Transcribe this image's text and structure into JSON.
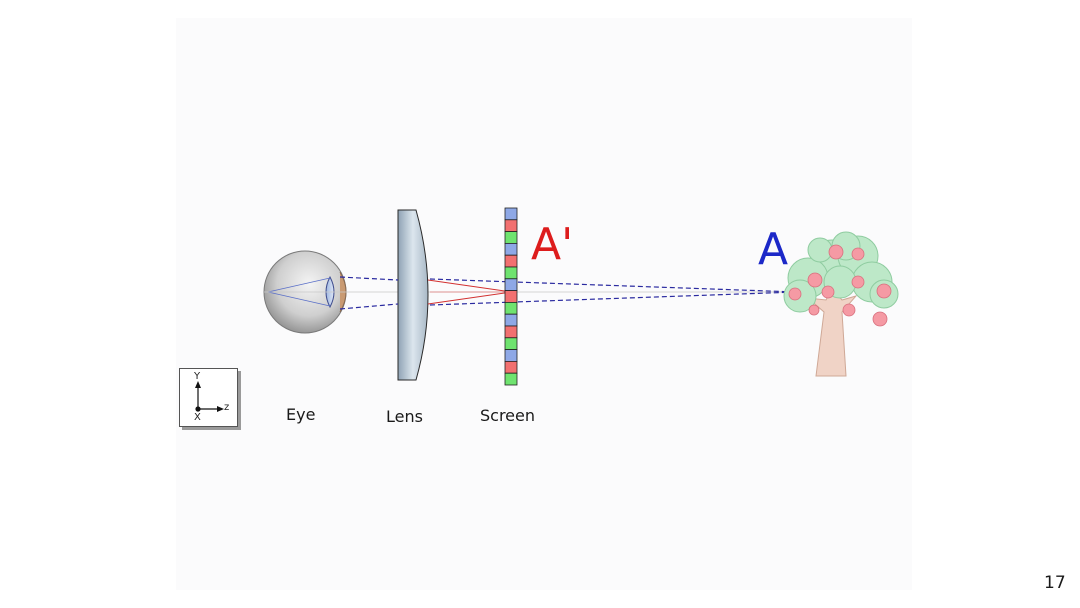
{
  "labels": {
    "eye": "Eye",
    "lens": "Lens",
    "screen": "Screen",
    "virtual_image": "A'",
    "object": "A"
  },
  "axes": {
    "y": "Y",
    "z": "z",
    "x": "X"
  },
  "page_number": "17",
  "colors": {
    "virtual_image": "#dd1c1c",
    "object": "#1c28c8",
    "pixel_red": "#f27070",
    "pixel_green": "#6fe36f",
    "pixel_blue": "#8ea8e6"
  }
}
